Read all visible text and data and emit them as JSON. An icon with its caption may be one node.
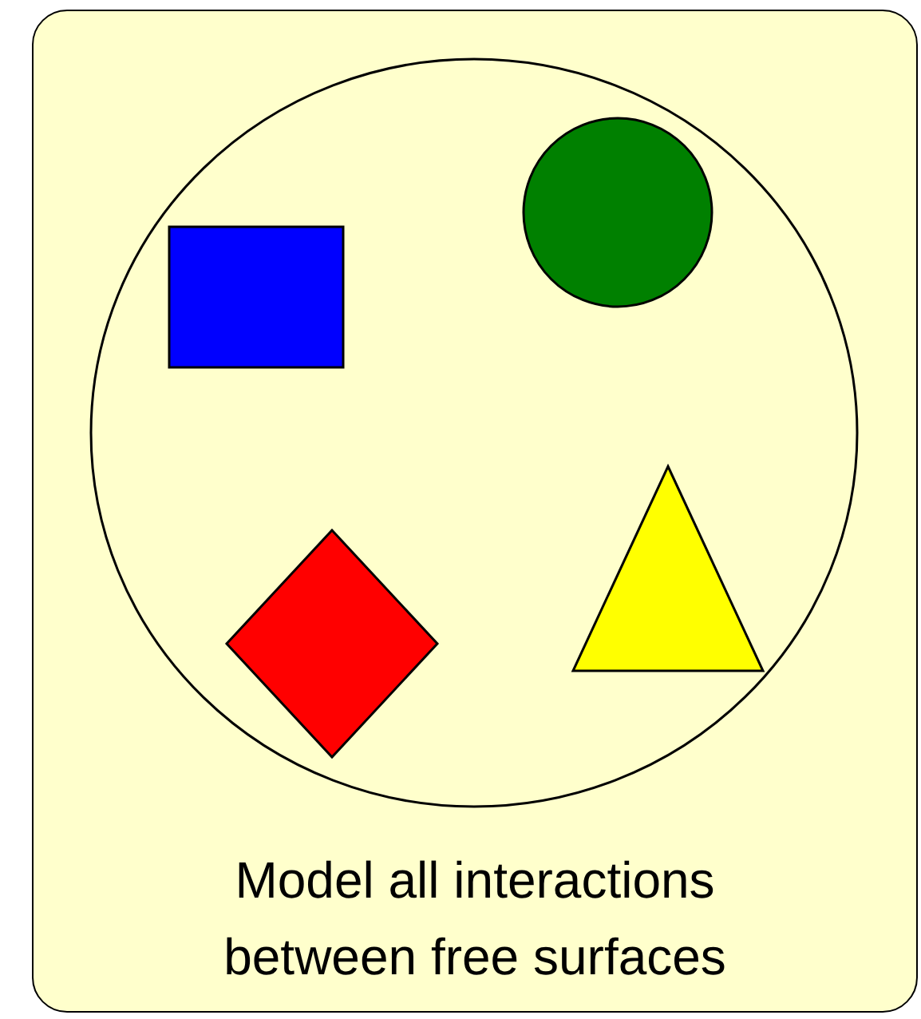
{
  "diagram": {
    "nodes": [
      {
        "text": [
          "Model all interactions between free surfaces"
        ]
      },
      {
        "text": [],
        "shape": "circle",
        "in": 0
      },
      {
        "text": [],
        "shape": "box",
        "in": 1
      },
      {
        "text": [],
        "shape": "circle",
        "in": 1
      },
      {
        "text": [],
        "shape": "diamond",
        "in": 1
      },
      {
        "text": [],
        "shape": "triangle",
        "in": 1
      }
    ]
  }
}
